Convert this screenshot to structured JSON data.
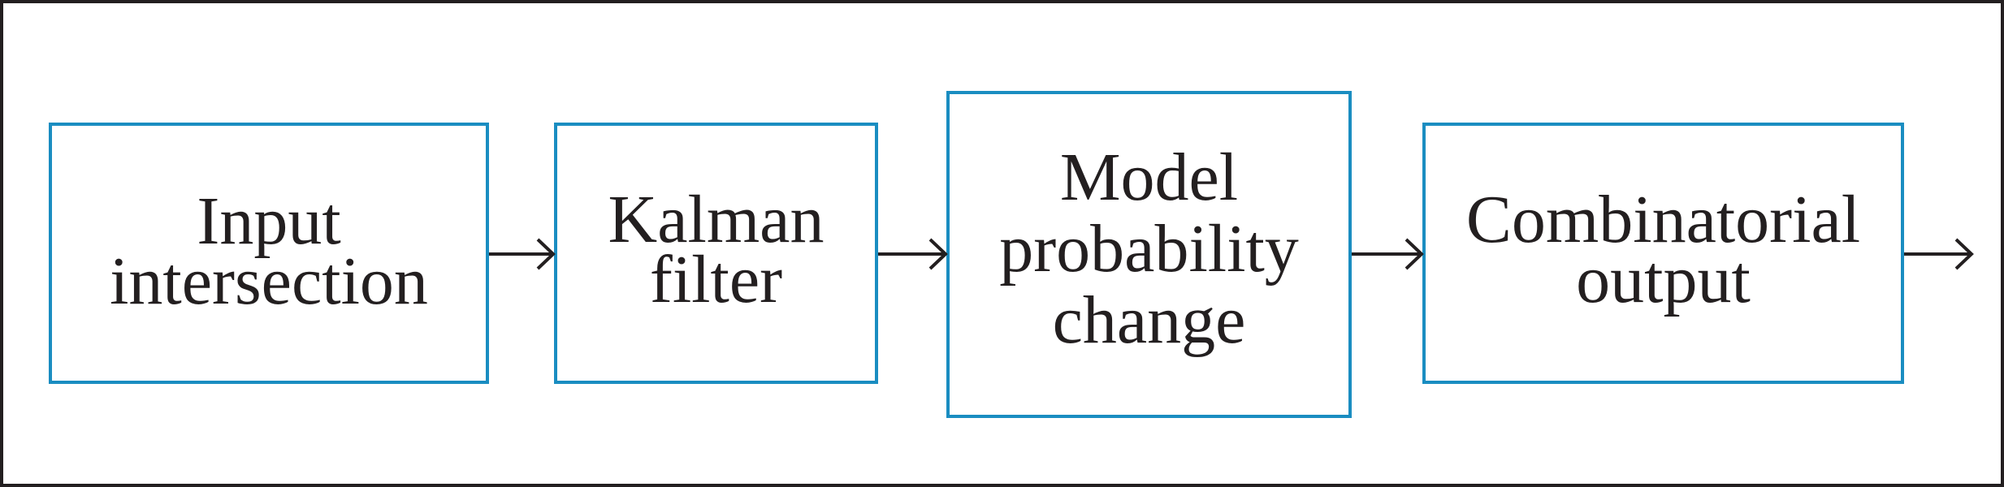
{
  "diagram": {
    "nodes": [
      {
        "id": "input-intersection",
        "label": "Input\nintersection"
      },
      {
        "id": "kalman-filter",
        "label": "Kalman\nfilter"
      },
      {
        "id": "model-probability-change",
        "label": "Model\nprobability\nchange"
      },
      {
        "id": "combinatorial-output",
        "label": "Combinatorial\noutput"
      }
    ],
    "edges": [
      {
        "from": "input-intersection",
        "to": "kalman-filter"
      },
      {
        "from": "kalman-filter",
        "to": "model-probability-change"
      },
      {
        "from": "model-probability-change",
        "to": "combinatorial-output"
      },
      {
        "from": "combinatorial-output",
        "to": ""
      }
    ],
    "colors": {
      "box_border": "#1a8dc1",
      "text": "#231f20",
      "arrow": "#231f20",
      "frame": "#231f20"
    }
  }
}
